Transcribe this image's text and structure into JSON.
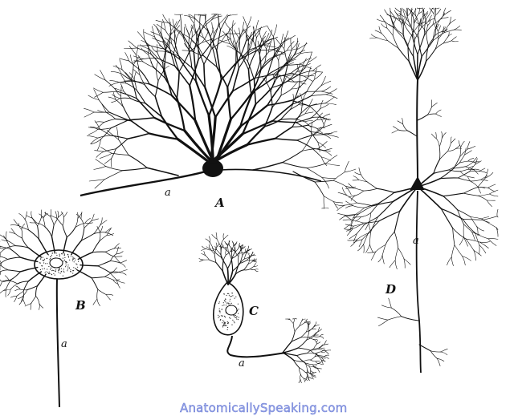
{
  "figure": {
    "labels": {
      "A": "A",
      "B": "B",
      "C": "C",
      "D": "D",
      "axon": "a"
    },
    "watermark": "AnatomicallySpeaking.com",
    "colors": {
      "ink": "#111111",
      "background": "#ffffff",
      "watermark_fill": "#9aa7e8",
      "watermark_stroke": "#5c6fd0"
    }
  }
}
